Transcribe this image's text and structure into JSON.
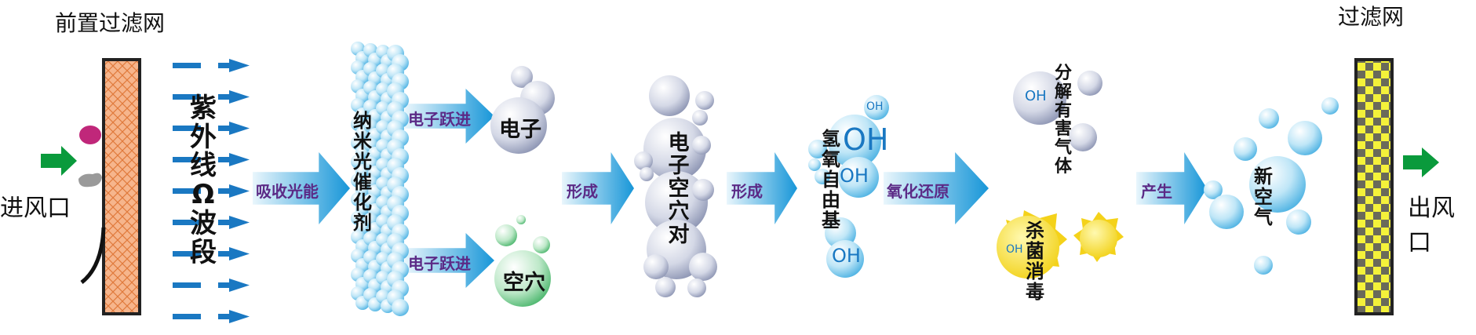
{
  "labels": {
    "prefilter": "前置过滤网",
    "filter": "过滤网",
    "inlet": "进风口",
    "outlet": "出风口",
    "uv": "紫外线Ω波段",
    "catalyst": "纳米光催化剂",
    "electron": "电子",
    "hole": "空穴",
    "pair": "电子空穴对",
    "radical": "氢氧自由基",
    "decompose": "分解有害气体",
    "sterilize": "杀菌消毒",
    "fresh_air": "新空气",
    "oh": "OH"
  },
  "arrows": {
    "absorb": "吸收光能",
    "jump1": "电子跃进",
    "jump2": "电子跃进",
    "form1": "形成",
    "form2": "形成",
    "redox": "氧化还原",
    "produce": "产生"
  },
  "colors": {
    "green_arrow": "#0a9a3c",
    "blue_arrow": "#1aa0e0",
    "dash": "#1a78c2",
    "filter_left": "#f5b48a",
    "filter_right": "#f2f23a",
    "label_purple": "#5b2a86"
  }
}
